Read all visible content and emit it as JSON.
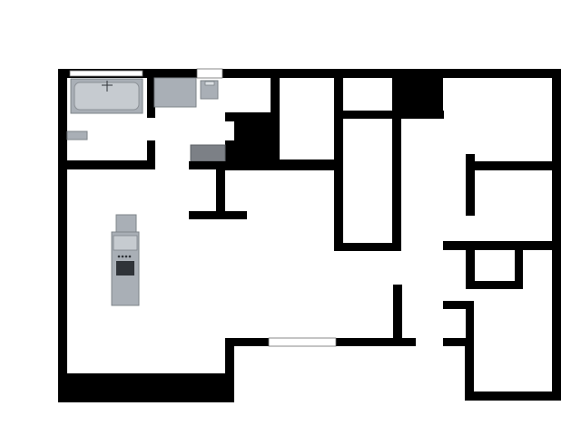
{
  "plan": {
    "colors": {
      "wall": "#000000",
      "floor": "#ffffff",
      "fixture": "#a9afb6",
      "fixture_dark": "#7c8086",
      "window_frame": "#6d6d6d"
    },
    "fixtures": [
      "bathtub",
      "vanity-counter",
      "toilet",
      "towel-rail",
      "counter",
      "cooktop-range"
    ]
  }
}
